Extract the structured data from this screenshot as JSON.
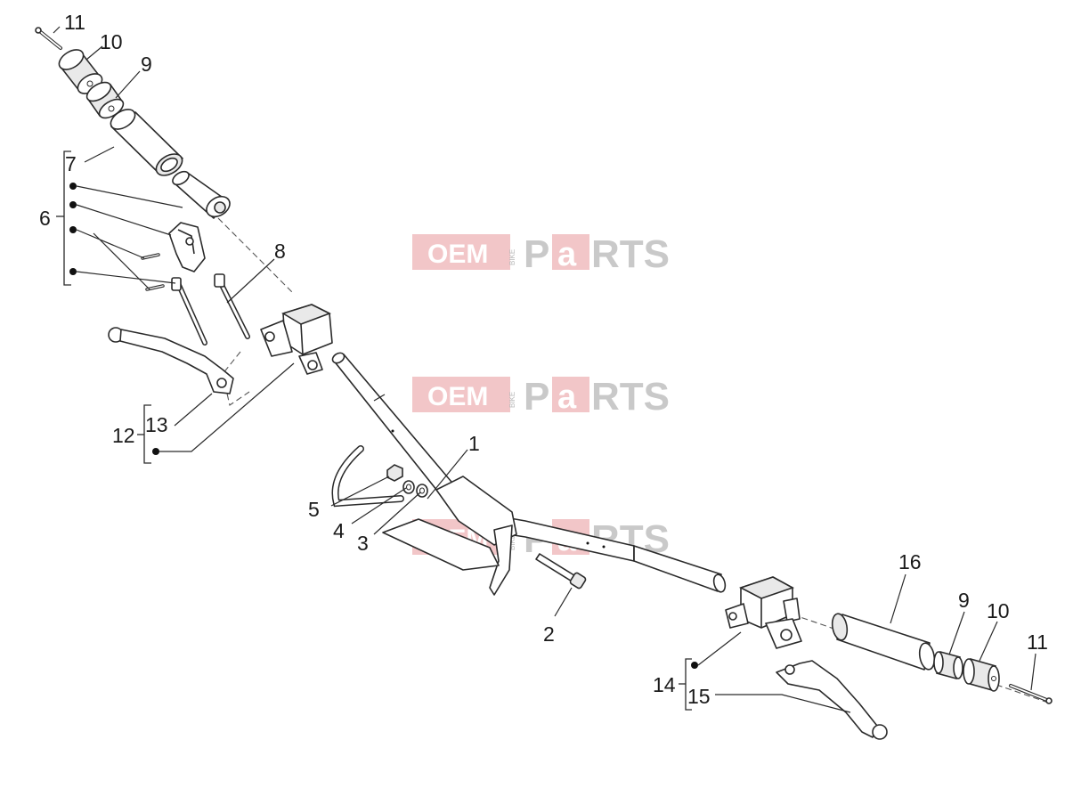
{
  "callouts": {
    "c1": "1",
    "c2": "2",
    "c3": "3",
    "c4": "4",
    "c5": "5",
    "c6": "6",
    "c7": "7",
    "c8": "8",
    "c9a": "9",
    "c9b": "9",
    "c10a": "10",
    "c10b": "10",
    "c11a": "11",
    "c11b": "11",
    "c12": "12",
    "c13": "13",
    "c14": "14",
    "c15": "15",
    "c16": "16"
  },
  "watermark": {
    "oem": "OEM",
    "bike": "BIKE",
    "parts_p": "P",
    "parts_a": "a",
    "parts_rts": "RTS"
  },
  "colors": {
    "watermark_accent": "#e8979a",
    "line": "#2a2a2a"
  }
}
